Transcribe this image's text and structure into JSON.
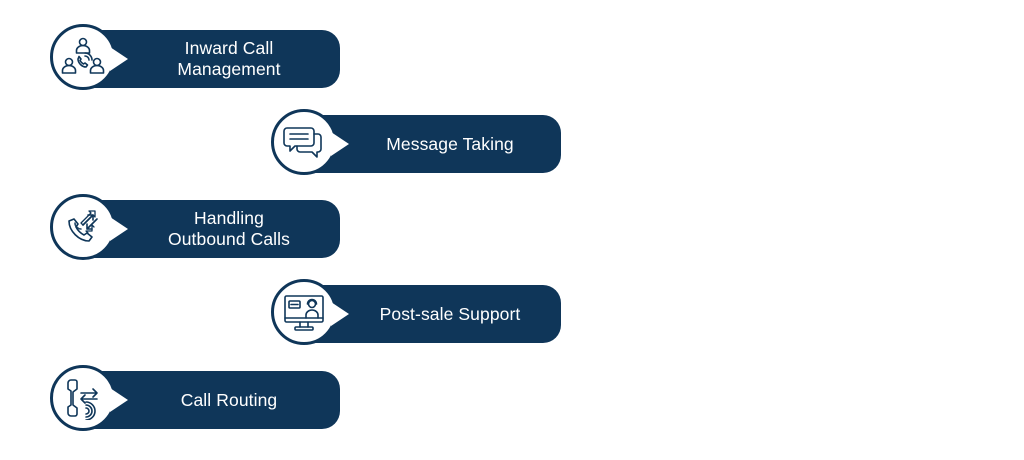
{
  "colors": {
    "navy": "#0f3659",
    "text": "#ffffff",
    "background": "#ffffff"
  },
  "items": [
    {
      "label": "Inward Call\nManagement",
      "icon": "people-call-icon"
    },
    {
      "label": "Message Taking",
      "icon": "chat-bubbles-icon"
    },
    {
      "label": "Handling\nOutbound Calls",
      "icon": "phone-arrows-icon"
    },
    {
      "label": "Post-sale Support",
      "icon": "monitor-agent-icon"
    },
    {
      "label": "Call Routing",
      "icon": "phone-routing-icon"
    }
  ]
}
